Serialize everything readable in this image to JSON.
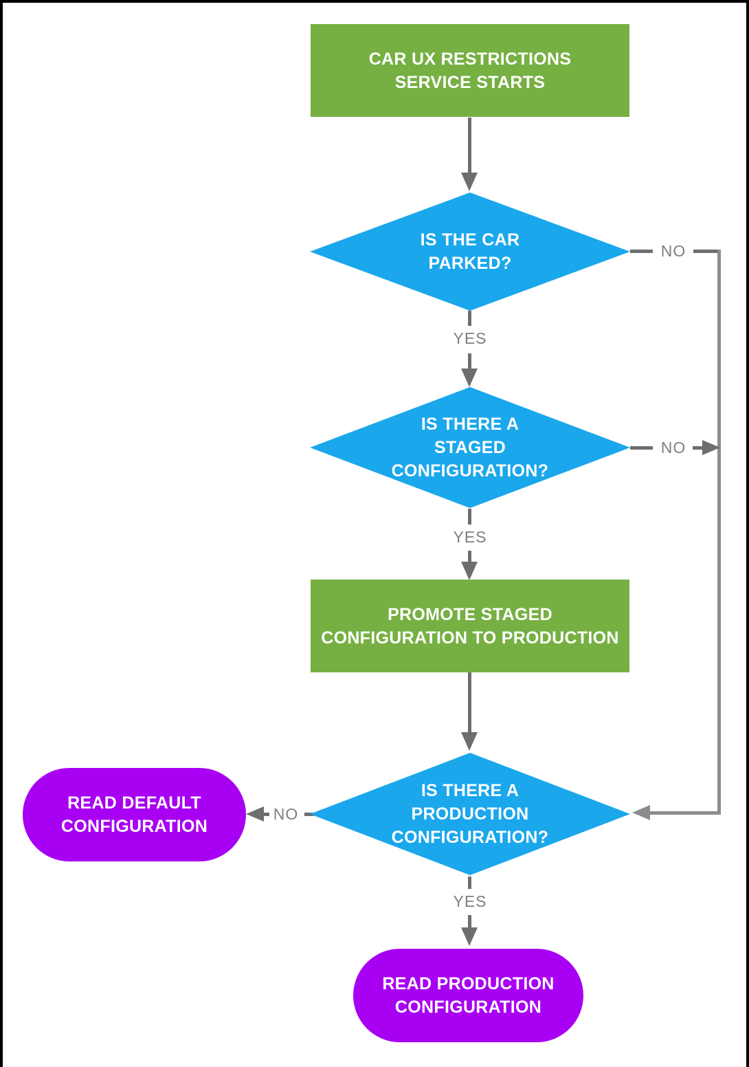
{
  "diagram": {
    "nodes": {
      "start": {
        "label": "CAR UX RESTRICTIONS\nSERVICE STARTS",
        "shape": "rectangle",
        "color": "#76B043"
      },
      "q_parked": {
        "label": "IS THE CAR\nPARKED?",
        "shape": "diamond",
        "color": "#1AA7EC"
      },
      "q_staged": {
        "label": "IS THERE A\nSTAGED\nCONFIGURATION?",
        "shape": "diamond",
        "color": "#1AA7EC"
      },
      "promote": {
        "label": "PROMOTE STAGED\nCONFIGURATION TO PRODUCTION",
        "shape": "rectangle",
        "color": "#76B043"
      },
      "q_production": {
        "label": "IS THERE A\nPRODUCTION\nCONFIGURATION?",
        "shape": "diamond",
        "color": "#1AA7EC"
      },
      "read_default": {
        "label": "READ DEFAULT\nCONFIGURATION",
        "shape": "rounded",
        "color": "#A800F2"
      },
      "read_production": {
        "label": "READ PRODUCTION\nCONFIGURATION",
        "shape": "rounded",
        "color": "#A800F2"
      }
    },
    "edges": [
      {
        "from": "start",
        "to": "q_parked",
        "label": ""
      },
      {
        "from": "q_parked",
        "to": "q_staged",
        "label": "YES"
      },
      {
        "from": "q_parked",
        "to": "q_production",
        "label": "NO"
      },
      {
        "from": "q_staged",
        "to": "promote",
        "label": "YES"
      },
      {
        "from": "q_staged",
        "to": "q_production",
        "label": "NO"
      },
      {
        "from": "promote",
        "to": "q_production",
        "label": ""
      },
      {
        "from": "q_production",
        "to": "read_default",
        "label": "NO"
      },
      {
        "from": "q_production",
        "to": "read_production",
        "label": "YES"
      }
    ],
    "colors": {
      "process": "#76B043",
      "decision": "#1AA7EC",
      "terminal": "#A800F2",
      "connector": "#6E6E6E",
      "connector_light": "#8C8C8C",
      "edge_label_text": "#7F7F7F",
      "node_text": "#FFFFFF",
      "frame": "#000000",
      "background": "#FFFFFF"
    }
  }
}
